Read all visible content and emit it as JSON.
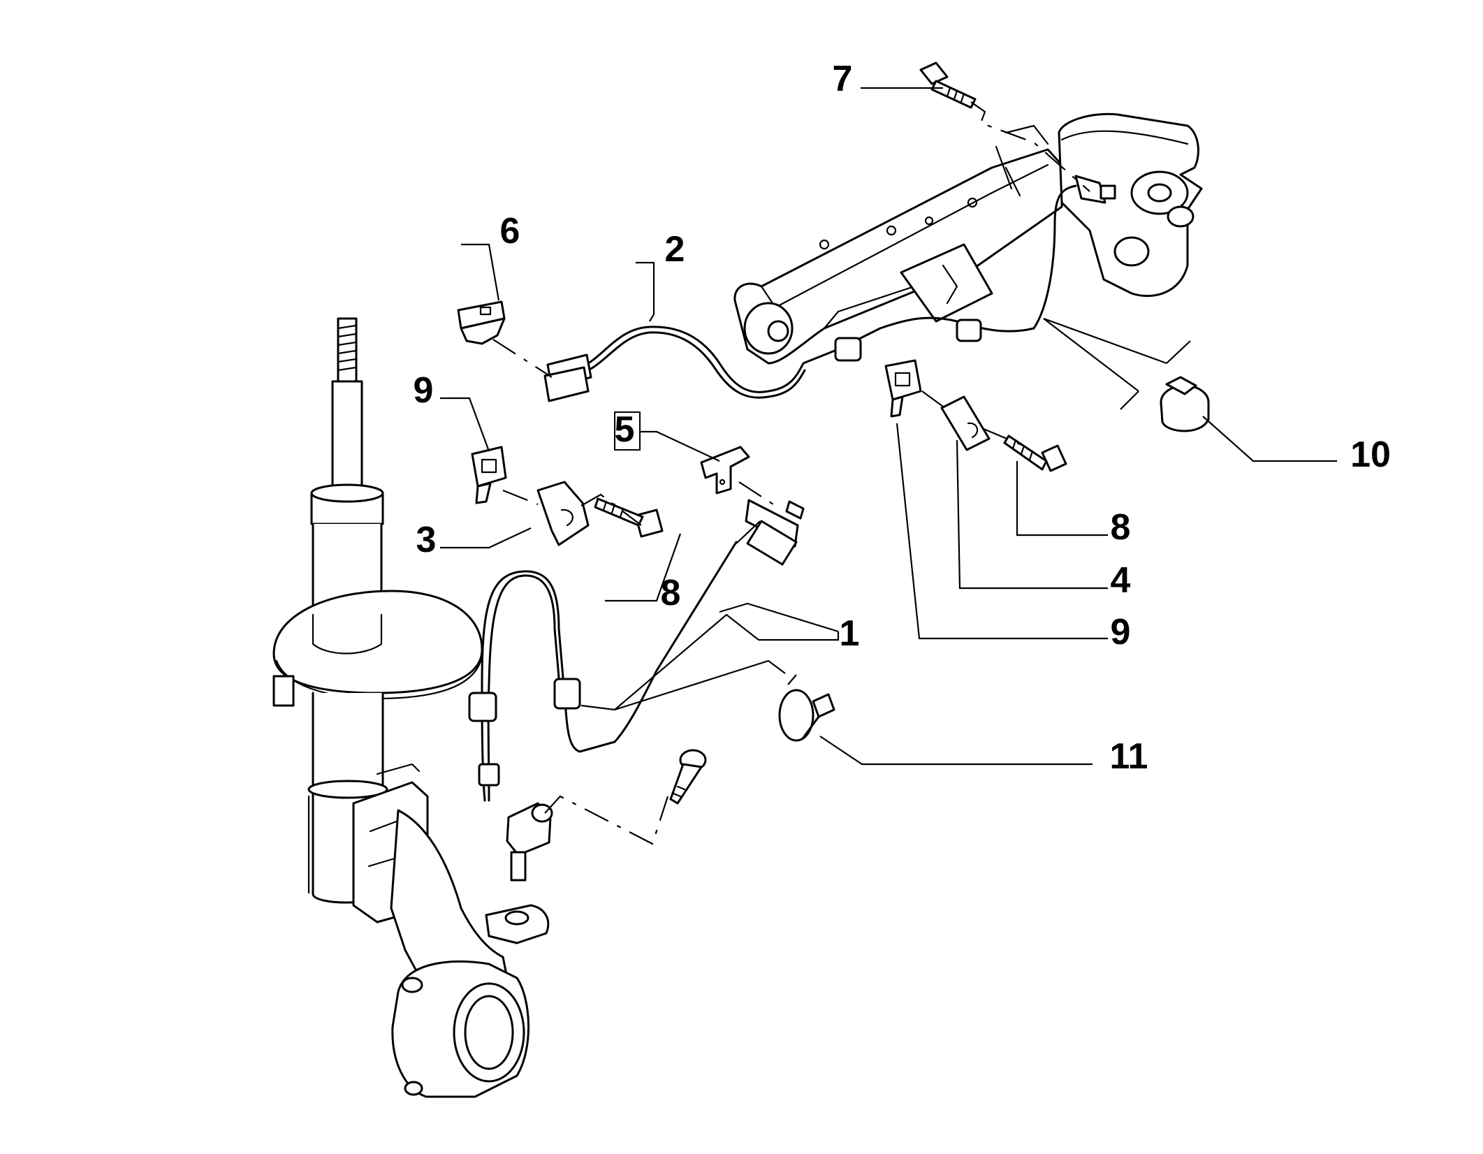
{
  "callouts": {
    "c1": "1",
    "c2": "2",
    "c3": "3",
    "c4": "4",
    "c5": "5",
    "c6": "6",
    "c7": "7",
    "c8a": "8",
    "c8b": "8",
    "c9a": "9",
    "c9b": "9",
    "c10": "10",
    "c11": "11"
  }
}
